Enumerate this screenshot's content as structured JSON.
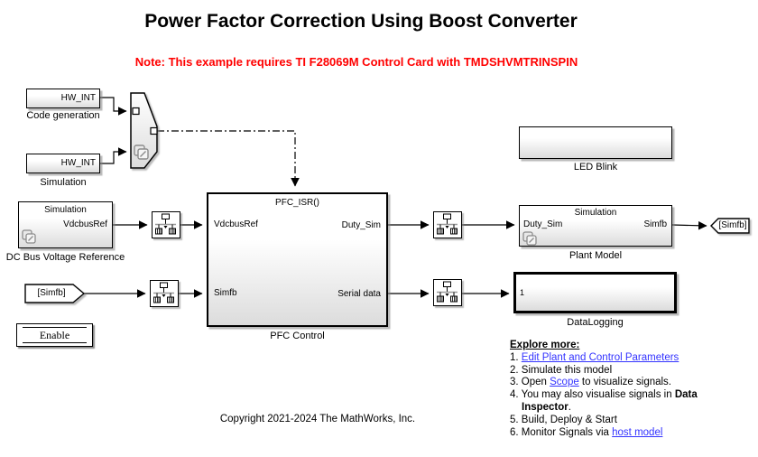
{
  "title": "Power Factor Correction Using Boost Converter",
  "note": "Note: This example requires TI F28069M Control Card with TMDSHVMTRINSPIN",
  "copyright": "Copyright 2021-2024 The MathWorks, Inc.",
  "colors": {
    "note_red": "#FF0000",
    "link_blue": "#3333FF",
    "block_gradient_bottom": "#DCDCDC"
  },
  "blocks": {
    "hw_int_codegen": {
      "text": "HW_INT",
      "label": "Code generation"
    },
    "hw_int_sim": {
      "text": "HW_INT",
      "label": "Simulation"
    },
    "dc_bus": {
      "top": "Simulation",
      "port_out": "VdcbusRef",
      "label": "DC Bus Voltage Reference"
    },
    "from_tag": {
      "text": "[Simfb]"
    },
    "enable": {
      "text": "Enable"
    },
    "pfc": {
      "trigger": "PFC_ISR()",
      "in1": "VdcbusRef",
      "in2": "Simfb",
      "out1": "Duty_Sim",
      "out2": "Serial data",
      "label": "PFC Control"
    },
    "led_blink": {
      "label": "LED Blink"
    },
    "plant": {
      "top": "Simulation",
      "in": "Duty_Sim",
      "out": "Simfb",
      "label": "Plant Model"
    },
    "goto_tag": {
      "text": "[Simfb]"
    },
    "datalogging": {
      "port": "1",
      "label": "DataLogging"
    }
  },
  "explore": {
    "heading": "Explore more:",
    "item1_prefix": "1. ",
    "item1_link": "Edit Plant and Control Parameters",
    "item2": "2. Simulate this model",
    "item3_prefix": "3. Open ",
    "item3_link": "Scope",
    "item3_suffix": " to visualize signals.",
    "item4_prefix": "4. You may also visualise signals in ",
    "item4_bold1": "Data",
    "item4_bold2": "Inspector",
    "item4_suffix": ".",
    "item5": "5. Build, Deploy & Start",
    "item6_prefix": "6. Monitor Signals via ",
    "item6_link": "host model"
  }
}
